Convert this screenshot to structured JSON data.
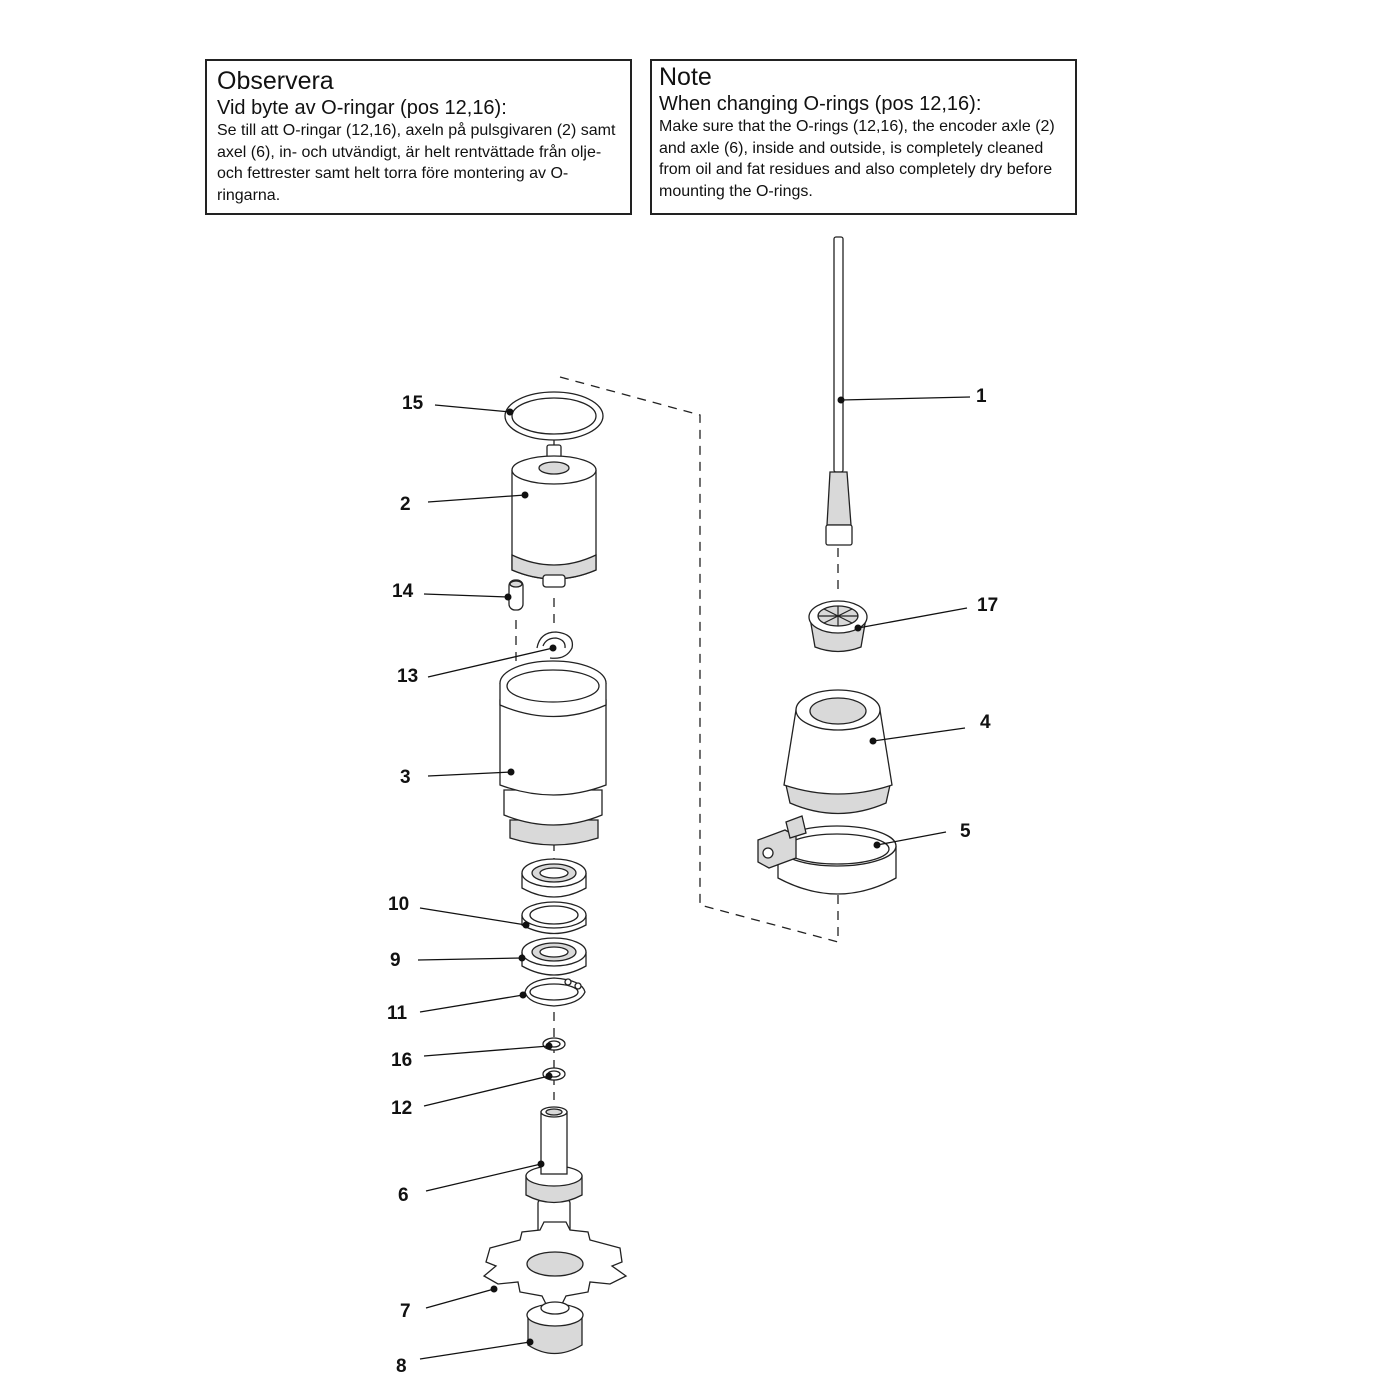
{
  "notes": {
    "swedish": {
      "title": "Observera",
      "subtitle": "Vid byte av O-ringar (pos 12,16):",
      "body": "Se till att O-ringar (12,16), axeln på pulsgivaren (2) samt axel (6), in- och utvändigt, är helt rentvättade från olje- och fettrester samt helt torra före montering av O-ringarna."
    },
    "english": {
      "title": "Note",
      "subtitle": "When changing O-rings (pos 12,16):",
      "body": "Make sure that the O-rings (12,16), the encoder axle (2) and axle (6), inside and outside, is completely cleaned from oil and fat residues and also completely dry before mounting the O-rings."
    }
  },
  "callouts": {
    "c1": "1",
    "c2": "2",
    "c3": "3",
    "c4": "4",
    "c5": "5",
    "c6": "6",
    "c7": "7",
    "c8": "8",
    "c9": "9",
    "c10": "10",
    "c11": "11",
    "c12": "12",
    "c13": "13",
    "c14": "14",
    "c15": "15",
    "c16": "16",
    "c17": "17"
  }
}
